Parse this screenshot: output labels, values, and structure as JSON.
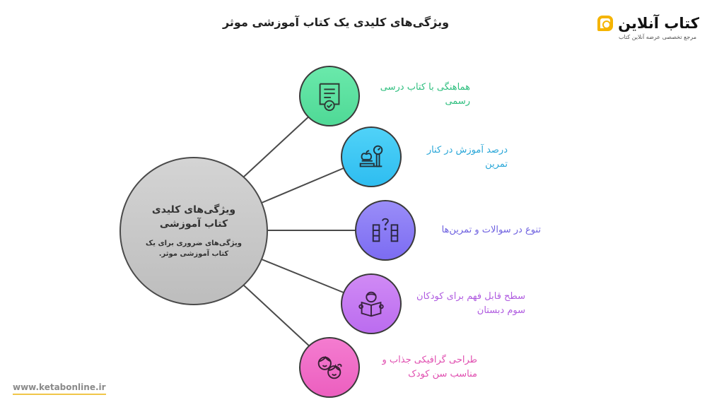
{
  "header": {
    "title": "ویژگی‌های کلیدی یک کتاب آموزشی موثر"
  },
  "logo": {
    "name": "کتاب آنلاین",
    "tagline": "مرجع تخصصی عرضه آنلاین کتاب",
    "accent_color": "#f5b400"
  },
  "hub": {
    "title": "ویژگی‌های کلیدی کتاب آموزشی",
    "subtitle": "ویژگی‌های ضروری برای یک کتاب آموزشی موثر."
  },
  "nodes": [
    {
      "label": "هماهنگی با کتاب درسی رسمی",
      "icon": "certificate-check-icon",
      "fill": "#5fe3a1",
      "text_color": "#2fbf7f"
    },
    {
      "label": "درصد آموزش در کنار تمرین",
      "icon": "scale-apple-icon",
      "fill": "#38c6f4",
      "text_color": "#2aa7d8"
    },
    {
      "label": "تنوع در سوالات و تمرین‌ها",
      "icon": "question-blocks-icon",
      "fill": "#8b7cf6",
      "text_color": "#6f62e0"
    },
    {
      "label": "سطح قابل فهم برای کودکان سوم دبستان",
      "icon": "child-reading-icon",
      "fill": "#c77bf2",
      "text_color": "#b05ce0"
    },
    {
      "label": "طراحی گرافیکی جذاب و مناسب سن کودک",
      "icon": "children-faces-icon",
      "fill": "#f06cc8",
      "text_color": "#e04fb0"
    }
  ],
  "footer": {
    "url": "www.ketabonline.ir"
  }
}
